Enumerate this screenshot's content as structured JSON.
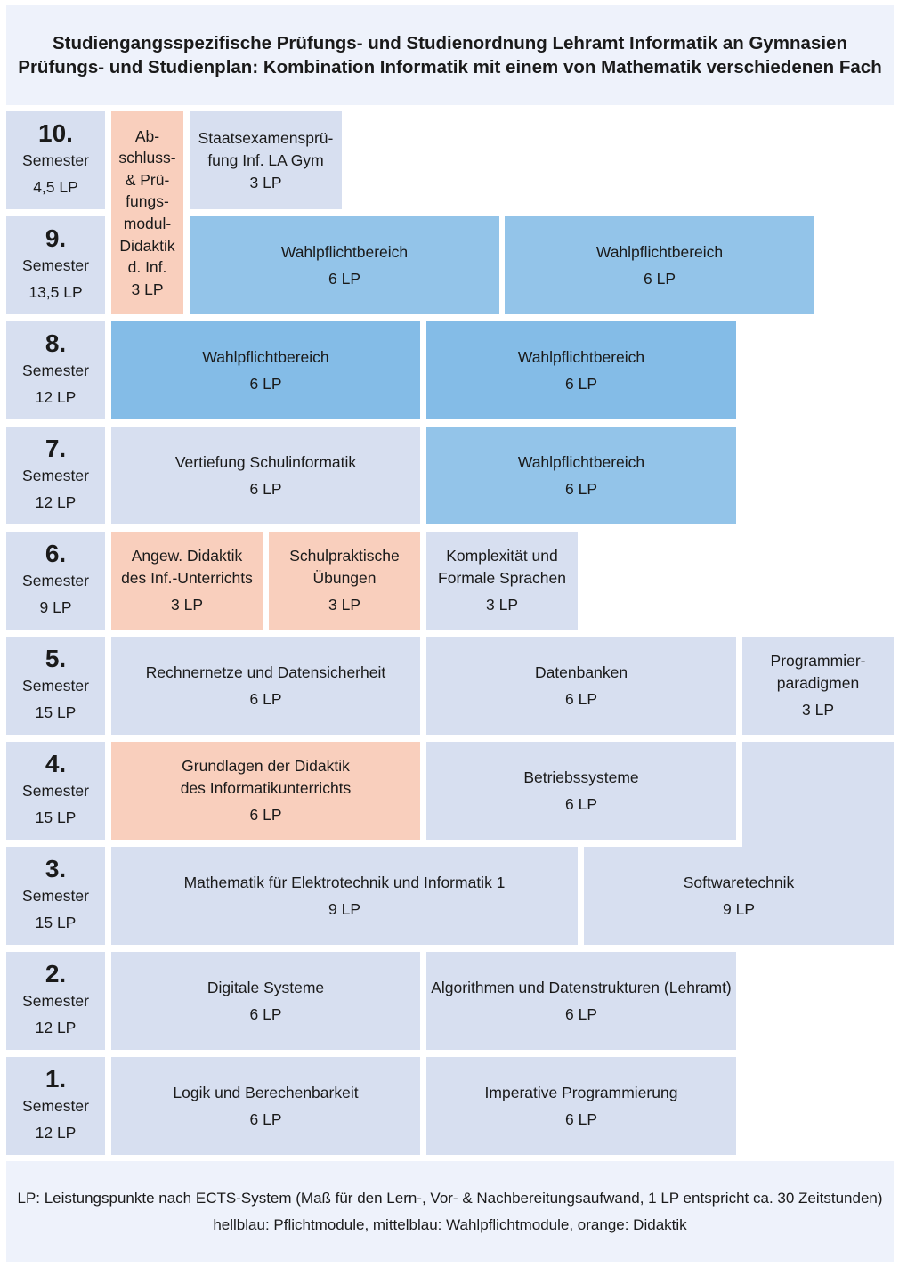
{
  "header": {
    "line1": "Studiengangsspezifische Prüfungs- und Studienordnung Lehramt Informatik an Gymnasien",
    "line2": "Prüfungs- und Studienplan: Kombination Informatik mit einem von Mathematik verschiedenen Fach"
  },
  "semester_word": "Semester",
  "semesters": {
    "s10": {
      "num": "10.",
      "lp": "4,5 LP"
    },
    "s9": {
      "num": "9.",
      "lp": "13,5 LP"
    },
    "s8": {
      "num": "8.",
      "lp": "12 LP"
    },
    "s7": {
      "num": "7.",
      "lp": "12 LP"
    },
    "s6": {
      "num": "6.",
      "lp": "9 LP"
    },
    "s5": {
      "num": "5.",
      "lp": "15 LP"
    },
    "s4": {
      "num": "4.",
      "lp": "15 LP"
    },
    "s3": {
      "num": "3.",
      "lp": "15 LP"
    },
    "s2": {
      "num": "2.",
      "lp": "12 LP"
    },
    "s1": {
      "num": "1.",
      "lp": "12 LP"
    }
  },
  "modules": {
    "abschluss": {
      "lines": [
        "Ab-",
        "schluss-",
        "& Prü-",
        "fungs-",
        "modul-",
        "Didaktik",
        "d. Inf.",
        "3 LP"
      ]
    },
    "staatsexamen": {
      "l1": "Staatsexamensprü-",
      "l2": "fung Inf. LA Gym",
      "lp": "3 LP"
    },
    "wp9a": {
      "name": "Wahlpflichtbereich",
      "lp": "6 LP"
    },
    "wp9b": {
      "name": "Wahlpflichtbereich",
      "lp": "6 LP"
    },
    "wp8a": {
      "name": "Wahlpflichtbereich",
      "lp": "6 LP"
    },
    "wp8b": {
      "name": "Wahlpflichtbereich",
      "lp": "6 LP"
    },
    "vertiefung": {
      "name": "Vertiefung Schulinformatik",
      "lp": "6 LP"
    },
    "wp7": {
      "name": "Wahlpflichtbereich",
      "lp": "6 LP"
    },
    "angew": {
      "l1": "Angew. Didaktik",
      "l2": "des Inf.-Unterrichts",
      "lp": "3 LP"
    },
    "schulprakt": {
      "l1": "Schulpraktische",
      "l2": "Übungen",
      "lp": "3 LP"
    },
    "komplex": {
      "l1": "Komplexität und",
      "l2": "Formale Sprachen",
      "lp": "3 LP"
    },
    "rechnernetze": {
      "name": "Rechnernetze und Datensicherheit",
      "lp": "6 LP"
    },
    "datenbanken": {
      "name": "Datenbanken",
      "lp": "6 LP"
    },
    "programmier": {
      "l1": "Programmier-",
      "l2": "paradigmen",
      "lp": "3 LP"
    },
    "grundlagen": {
      "l1": "Grundlagen der Didaktik",
      "l2": "des Informatikunterrichts",
      "lp": "6 LP"
    },
    "betriebssysteme": {
      "name": "Betriebssysteme",
      "lp": "6 LP"
    },
    "mathe": {
      "name": "Mathematik für Elektrotechnik und Informatik 1",
      "lp": "9 LP"
    },
    "softwaretechnik": {
      "name": "Softwaretechnik",
      "lp": "9 LP"
    },
    "digitale": {
      "name": "Digitale Systeme",
      "lp": "6 LP"
    },
    "algorithmen": {
      "name": "Algorithmen und Datenstrukturen (Lehramt)",
      "lp": "6 LP"
    },
    "logik": {
      "name": "Logik und Berechenbarkeit",
      "lp": "6 LP"
    },
    "imperative": {
      "name": "Imperative Programmierung",
      "lp": "6 LP"
    }
  },
  "footer": {
    "line1": "LP: Leistungspunkte nach ECTS-System (Maß für den Lern-, Vor- & Nachbereitungsaufwand, 1 LP entspricht ca. 30 Zeitstunden)",
    "line2": "hellblau: Pflichtmodule, mittelblau: Wahlpflichtmodule, orange: Didaktik"
  },
  "colors": {
    "pflicht": "#d7dff0",
    "wahlpflicht": "#93c4e9",
    "didaktik": "#f9cfbd",
    "background": "#eef2fb"
  }
}
